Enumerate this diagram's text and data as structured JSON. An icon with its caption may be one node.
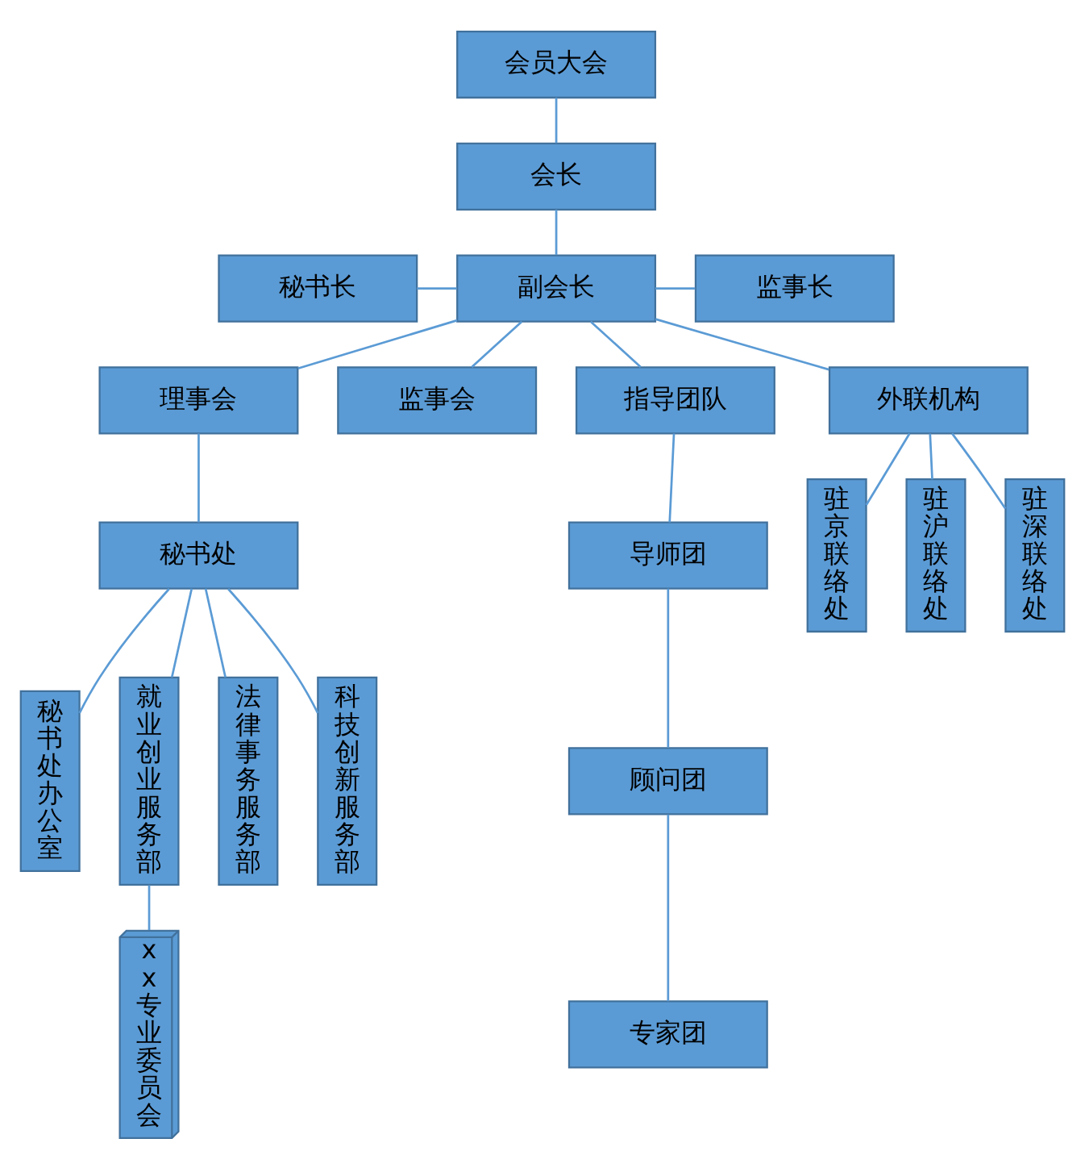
{
  "diagram": {
    "nodes": [
      {
        "text": [
          "会员大会"
        ]
      },
      {
        "text": [
          "会长"
        ]
      },
      {
        "text": [
          "秘书长"
        ]
      },
      {
        "text": [
          "副会长"
        ]
      },
      {
        "text": [
          "监事长"
        ]
      },
      {
        "text": [
          "理事会"
        ]
      },
      {
        "text": [
          "监事会"
        ]
      },
      {
        "text": [
          "指导团队"
        ]
      },
      {
        "text": [
          "外联机构"
        ]
      },
      {
        "text": [
          "秘书处"
        ]
      },
      {
        "text": [
          "秘书处办公室"
        ]
      },
      {
        "text": [
          "就业创业服务部"
        ]
      },
      {
        "text": [
          "法律事务服务部"
        ]
      },
      {
        "text": [
          "科技创新服务部"
        ]
      },
      {
        "text": [
          "导师团"
        ]
      },
      {
        "text": [
          "顾问团"
        ]
      },
      {
        "text": [
          "专家团"
        ]
      },
      {
        "text": [
          "驻京联络处"
        ]
      },
      {
        "text": [
          "驻沪联络处"
        ]
      },
      {
        "text": [
          "驻深联络处"
        ]
      },
      {
        "text": [
          "xx专业委员会"
        ]
      }
    ],
    "edges": [
      {
        "from": 0,
        "to": 1,
        "arrow": "none"
      },
      {
        "from": 1,
        "to": 3,
        "arrow": "none"
      },
      {
        "from": 2,
        "to": 3,
        "arrow": "none"
      },
      {
        "from": 3,
        "to": 4,
        "arrow": "none"
      },
      {
        "from": 3,
        "to": 5,
        "arrow": "none"
      },
      {
        "from": 3,
        "to": 6,
        "arrow": "none"
      },
      {
        "from": 3,
        "to": 7,
        "arrow": "none"
      },
      {
        "from": 3,
        "to": 8,
        "arrow": "none"
      },
      {
        "from": 5,
        "to": 9,
        "arrow": "none"
      },
      {
        "from": 9,
        "to": 10,
        "arrow": "none"
      },
      {
        "from": 9,
        "to": 11,
        "arrow": "none"
      },
      {
        "from": 9,
        "to": 12,
        "arrow": "none"
      },
      {
        "from": 9,
        "to": 13,
        "arrow": "none"
      },
      {
        "from": 11,
        "to": 20,
        "arrow": "none"
      },
      {
        "from": 7,
        "to": 14,
        "arrow": "none"
      },
      {
        "from": 14,
        "to": 15,
        "arrow": "none"
      },
      {
        "from": 15,
        "to": 16,
        "arrow": "none"
      },
      {
        "from": 8,
        "to": 17,
        "arrow": "none"
      },
      {
        "from": 8,
        "to": 18,
        "arrow": "none"
      },
      {
        "from": 8,
        "to": 19,
        "arrow": "none"
      }
    ]
  }
}
